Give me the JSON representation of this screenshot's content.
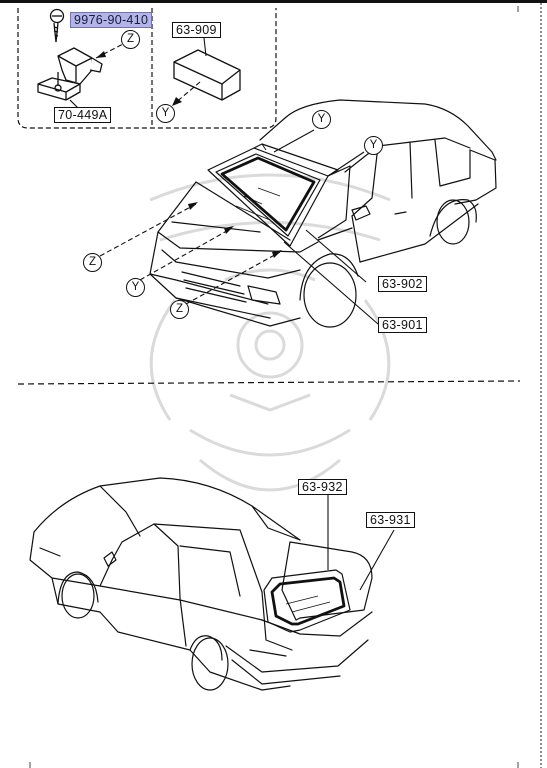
{
  "colors": {
    "line": "#111111",
    "highlight_fill": "#b3b5e6",
    "watermark": "#d9d9d9"
  },
  "parts": {
    "p9976": "9976-90-410",
    "p70449A": "70-449A",
    "p63909": "63-909",
    "p63902": "63-902",
    "p63901": "63-901",
    "p63932": "63-932",
    "p63931": "63-931"
  },
  "callouts": {
    "z": "Z",
    "y": "Y"
  }
}
